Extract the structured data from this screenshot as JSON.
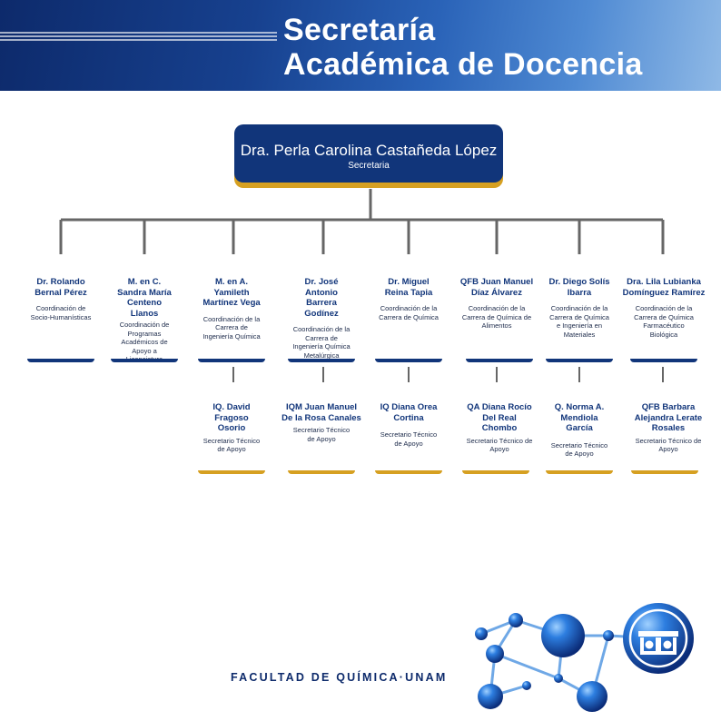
{
  "header": {
    "title_line1": "Secretaría",
    "title_line2": "Académica de Docencia"
  },
  "top": {
    "name": "Dra. Perla Carolina Castañeda López",
    "role": "Secretaria"
  },
  "coordinators": [
    {
      "name": "Dr. Rolando Bernal Pérez",
      "role": "Coordinación de Socio-Humanísticas"
    },
    {
      "name": "M. en C. Sandra María Centeno Llanos",
      "role": "Coordinación de Programas Académicos de Apoyo a Licenciatura"
    },
    {
      "name": "M. en A. Yamileth Martínez Vega",
      "role": "Coordinación de la Carrera de Ingeniería Química"
    },
    {
      "name": "Dr. José Antonio Barrera Godínez",
      "role": "Coordinación de la Carrera de Ingeniería Química Metalúrgica"
    },
    {
      "name": "Dr. Miguel Reina Tapia",
      "role": "Coordinación de la Carrera de Química"
    },
    {
      "name": "QFB Juan Manuel Díaz Álvarez",
      "role": "Coordinación de la Carrera de Química de Alimentos"
    },
    {
      "name": "Dr. Diego Solís Ibarra",
      "role": "Coordinación de la Carrera de Química e Ingeniería en Materiales"
    },
    {
      "name": "Dra. Lila Lubianka Domínguez Ramírez",
      "role": "Coordinación de la Carrera de Química Farmacéutico Biológica"
    }
  ],
  "assistants": [
    {
      "name": "IQ. David Fragoso Osorio",
      "role": "Secretario Técnico de Apoyo"
    },
    {
      "name": "IQM Juan  Manuel De la Rosa Canales",
      "role": "Secretario Técnico de Apoyo"
    },
    {
      "name": "IQ Diana Orea Cortina",
      "role": "Secretario Técnico de Apoyo"
    },
    {
      "name": "QA Diana Rocío Del Real Chombo",
      "role": "Secretario Técnico de Apoyo"
    },
    {
      "name": "Q. Norma A. Mendiola García",
      "role": "Secretario Técnico de Apoyo"
    },
    {
      "name": "QFB Barbara Alejandra Lerate Rosales",
      "role": "Secretario Técnico de Apoyo"
    }
  ],
  "footer": {
    "text": "FACULTAD DE QUÍMICA·UNAM",
    "logo_icon": "unam-quimica-logo-icon"
  },
  "colors": {
    "navy": "#11357a",
    "gold": "#d6a021",
    "connector": "#666666"
  }
}
